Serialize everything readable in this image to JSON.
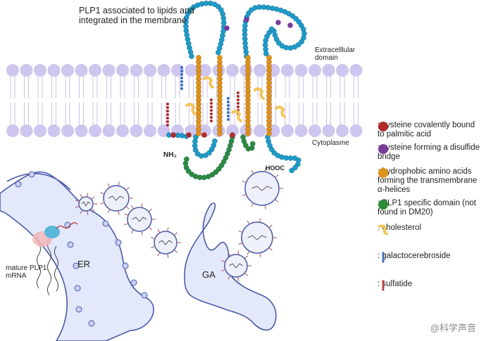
{
  "title": "PLP1 associated to lipids and integrated in the membrane",
  "labels": {
    "extracellular": "Extracelllular domain",
    "cytoplasme": "Cytoplasme",
    "nh2": "NH₂",
    "hooc": "HOOC",
    "er": "ER",
    "ga": "GA",
    "mrna": "mature PLP1 mRNA"
  },
  "legend": [
    {
      "id": "palmitic",
      "text": ": cysteine covalently bound to palmitic acid",
      "color": "#b02a2a",
      "icon": "red-circle-icon"
    },
    {
      "id": "disulfide",
      "text": ": cysteine forming a disulfide bridge",
      "color": "#7a3a9a",
      "icon": "purple-circle-icon"
    },
    {
      "id": "hydrophobic",
      "text": ": hydrophobic amino acids forming the transmembrane α-helices",
      "color": "#e0921a",
      "icon": "orange-circle-icon"
    },
    {
      "id": "plp1",
      "text": ": PLP1 specific domain (not found in DM20)",
      "color": "#2f8a3a",
      "icon": "green-circle-icon"
    },
    {
      "id": "cholesterol",
      "text": ": cholesterol",
      "color": "#f2c65a",
      "icon": "cholesterol-icon"
    },
    {
      "id": "galacto",
      "text": ": galactocerebroside",
      "color": "#3a6fc0",
      "icon": "galactocerebroside-icon"
    },
    {
      "id": "sulfatide",
      "text": ": sulfatide",
      "color": "#c03a3a",
      "icon": "sulfatide-icon"
    }
  ],
  "watermark": "@科学声音",
  "colors": {
    "lipid_head": "#cfc6ef",
    "chain_blue": "#1f9bc9",
    "helix_orange": "#e0921a",
    "green": "#2f8a3a",
    "purple": "#7a3a9a",
    "red": "#b02a2a",
    "organelle_fill": "#e4e8fb",
    "organelle_stroke": "#4a5aa8"
  }
}
